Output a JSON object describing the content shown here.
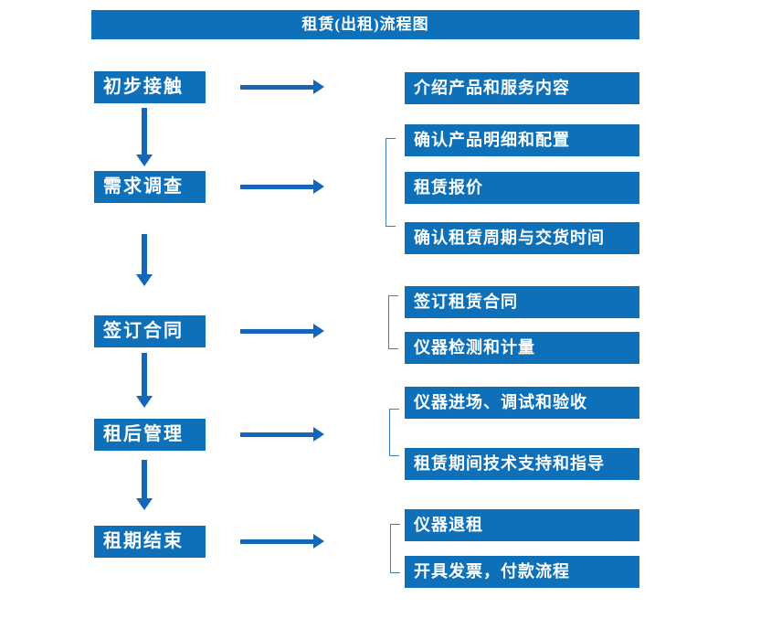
{
  "title": "租赁(出租)流程图",
  "colors": {
    "primary": "#0d70b9",
    "arrow": "#1467b8",
    "bracket": "#3b7fc4",
    "text": "#ffffff",
    "background": "#ffffff"
  },
  "steps": [
    {
      "label": "初步接触",
      "details": [
        "介绍产品和服务内容"
      ]
    },
    {
      "label": "需求调查",
      "details": [
        "确认产品明细和配置",
        "租赁报价",
        "确认租赁周期与交货时间"
      ]
    },
    {
      "label": "签订合同",
      "details": [
        "签订租赁合同",
        "仪器检测和计量"
      ]
    },
    {
      "label": "租后管理",
      "details": [
        "仪器进场、调试和验收",
        "租赁期间技术支持和指导"
      ]
    },
    {
      "label": "租期结束",
      "details": [
        "仪器退租",
        "开具发票，付款流程"
      ]
    }
  ]
}
